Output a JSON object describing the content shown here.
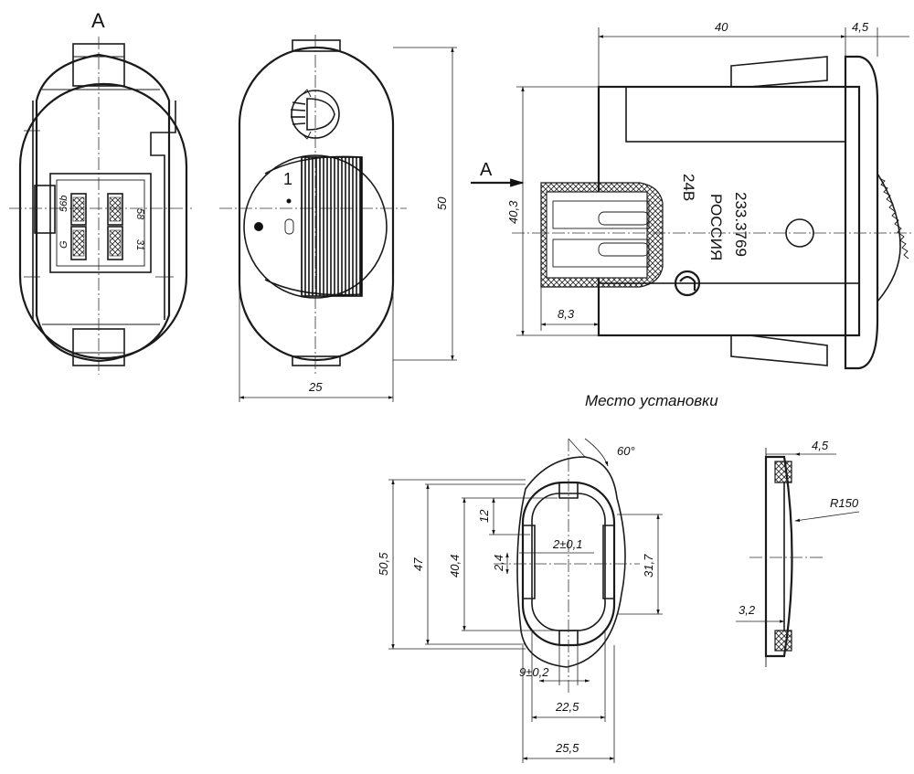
{
  "view_a": {
    "label": "А",
    "arrow_label": "А",
    "terminals": [
      "56b",
      "58",
      "G",
      "31"
    ]
  },
  "front_view": {
    "knob_position_label": "1",
    "dim_height": "50",
    "dim_width": "25"
  },
  "side_view": {
    "dim_depth": "40",
    "dim_bezel": "4,5",
    "dim_height": "40,3",
    "dim_connector": "8,3",
    "marking_part": "233.3769",
    "marking_country": "РОССИЯ",
    "marking_voltage": "24В"
  },
  "mounting": {
    "title": "Место установки",
    "dim_angle": "60°",
    "dim_outer_h": "50,5",
    "dim_h47": "47",
    "dim_h40_4": "40,4",
    "dim_12": "12",
    "dim_2_4": "2,4",
    "dim_slot": "2±0,1",
    "dim_31_7": "31,7",
    "dim_9": "9±0,2",
    "dim_22_5": "22,5",
    "dim_25_5": "25,5"
  },
  "section_view": {
    "dim_thickness": "4,5",
    "dim_radius": "R150",
    "dim_3_2": "3,2"
  }
}
